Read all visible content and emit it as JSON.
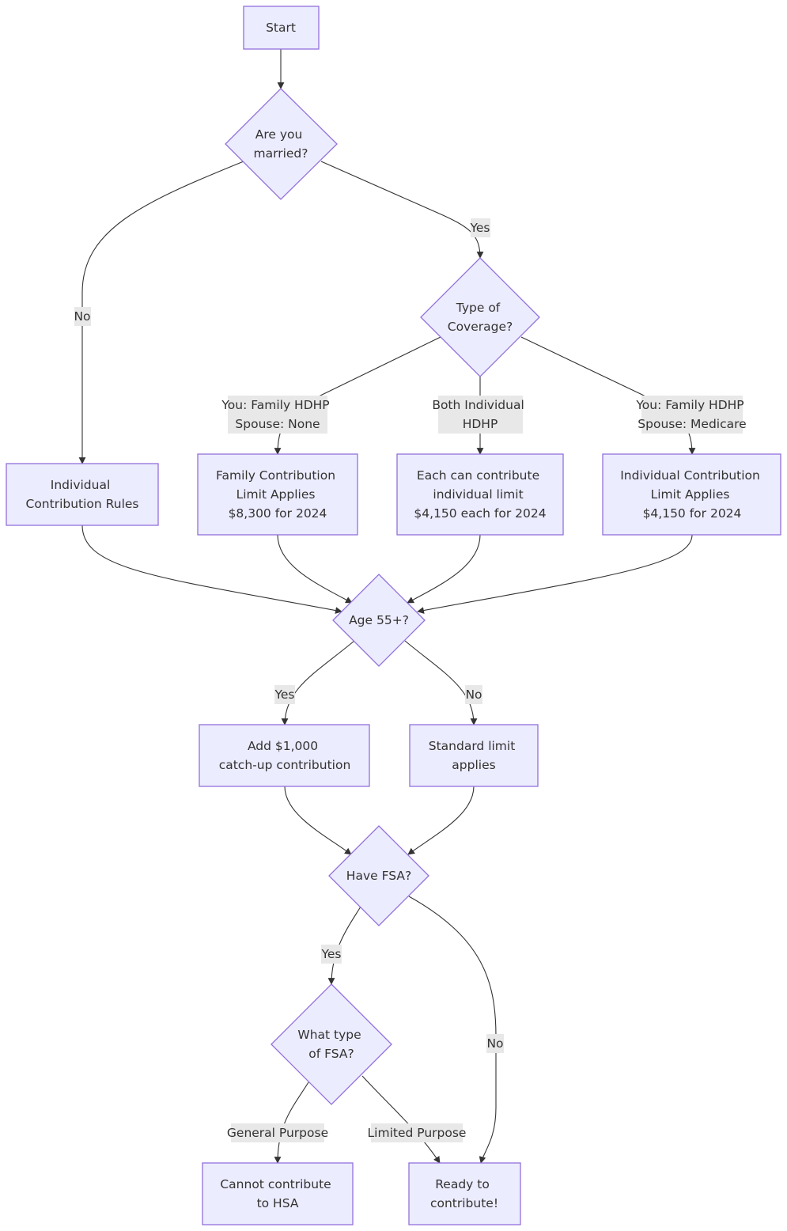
{
  "nodes": {
    "start": [
      "Start"
    ],
    "married": [
      "Are you",
      "married?"
    ],
    "coverage": [
      "Type of",
      "Coverage?"
    ],
    "individual_rules": [
      "Individual",
      "Contribution Rules"
    ],
    "family_limit": [
      "Family Contribution",
      "Limit Applies",
      "$8,300 for 2024"
    ],
    "each_individual": [
      "Each can contribute",
      "individual limit",
      "$4,150 each for 2024"
    ],
    "individual_limit": [
      "Individual Contribution",
      "Limit Applies",
      "$4,150 for 2024"
    ],
    "age": [
      "Age 55+?"
    ],
    "catchup": [
      "Add $1,000",
      "catch-up contribution"
    ],
    "standard": [
      "Standard limit",
      "applies"
    ],
    "fsa": [
      "Have FSA?"
    ],
    "fsa_type": [
      "What type",
      "of FSA?"
    ],
    "cannot": [
      "Cannot contribute",
      "to HSA"
    ],
    "ready": [
      "Ready to",
      "contribute!"
    ]
  },
  "edge_labels": {
    "married_no": [
      "No"
    ],
    "married_yes": [
      "Yes"
    ],
    "cov_family": [
      "You: Family HDHP",
      "Spouse: None"
    ],
    "cov_both": [
      "Both Individual",
      "HDHP"
    ],
    "cov_medicare": [
      "You: Family HDHP",
      "Spouse: Medicare"
    ],
    "age_yes": [
      "Yes"
    ],
    "age_no": [
      "No"
    ],
    "fsa_yes": [
      "Yes"
    ],
    "fsa_no": [
      "No"
    ],
    "fsa_general": [
      "General Purpose"
    ],
    "fsa_limited": [
      "Limited Purpose"
    ]
  },
  "colors": {
    "node_fill": "#ececff",
    "node_stroke": "#9370db",
    "edge": "#333333",
    "label_bg": "#e8e8e8"
  }
}
